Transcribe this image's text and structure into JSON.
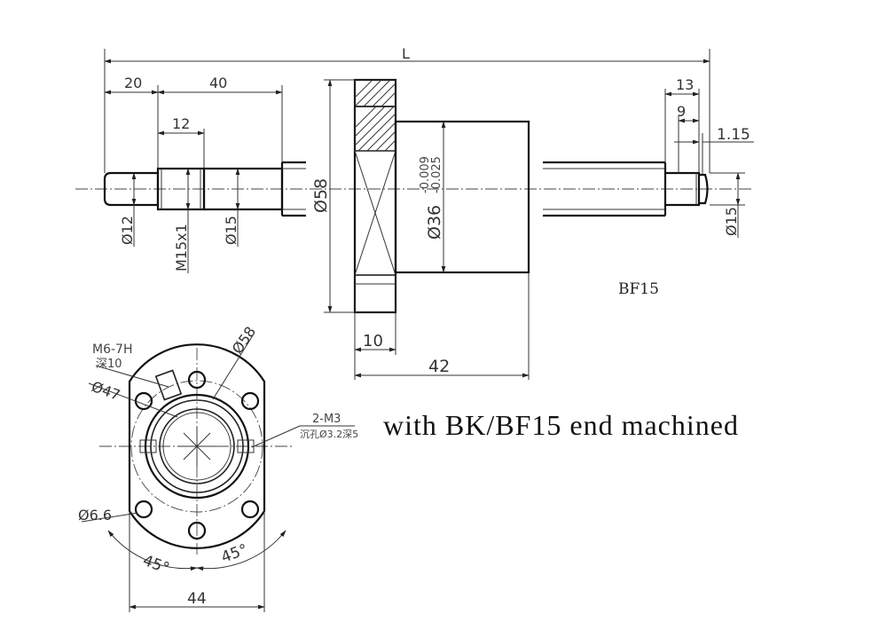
{
  "side_view": {
    "dim_L": "L",
    "dim_20": "20",
    "dim_40": "40",
    "dim_12": "12",
    "dim_d12": "Ø12",
    "dim_m15": "M15x1",
    "dim_d15_left": "Ø15",
    "dim_d58": "Ø58",
    "dim_d36": "Ø36",
    "tol_upper": "-0.009",
    "tol_lower": "-0.025",
    "dim_10": "10",
    "dim_42": "42",
    "dim_13": "13",
    "dim_9": "9",
    "dim_115": "1.15",
    "dim_d15_right": "Ø15",
    "end_type": "BF15"
  },
  "front_view": {
    "thread_note": "M6-7H",
    "depth_note": "深10",
    "dim_d58": "Ø58",
    "dim_d47": "Ø47",
    "screw_note": "2-M3",
    "counterbore_note": "沉孔Ø3.2深5",
    "dim_d66": "Ø6.6",
    "angle_left": "45°",
    "angle_right": "45°",
    "dim_44": "44"
  },
  "caption": "with BK/BF15 end machined"
}
